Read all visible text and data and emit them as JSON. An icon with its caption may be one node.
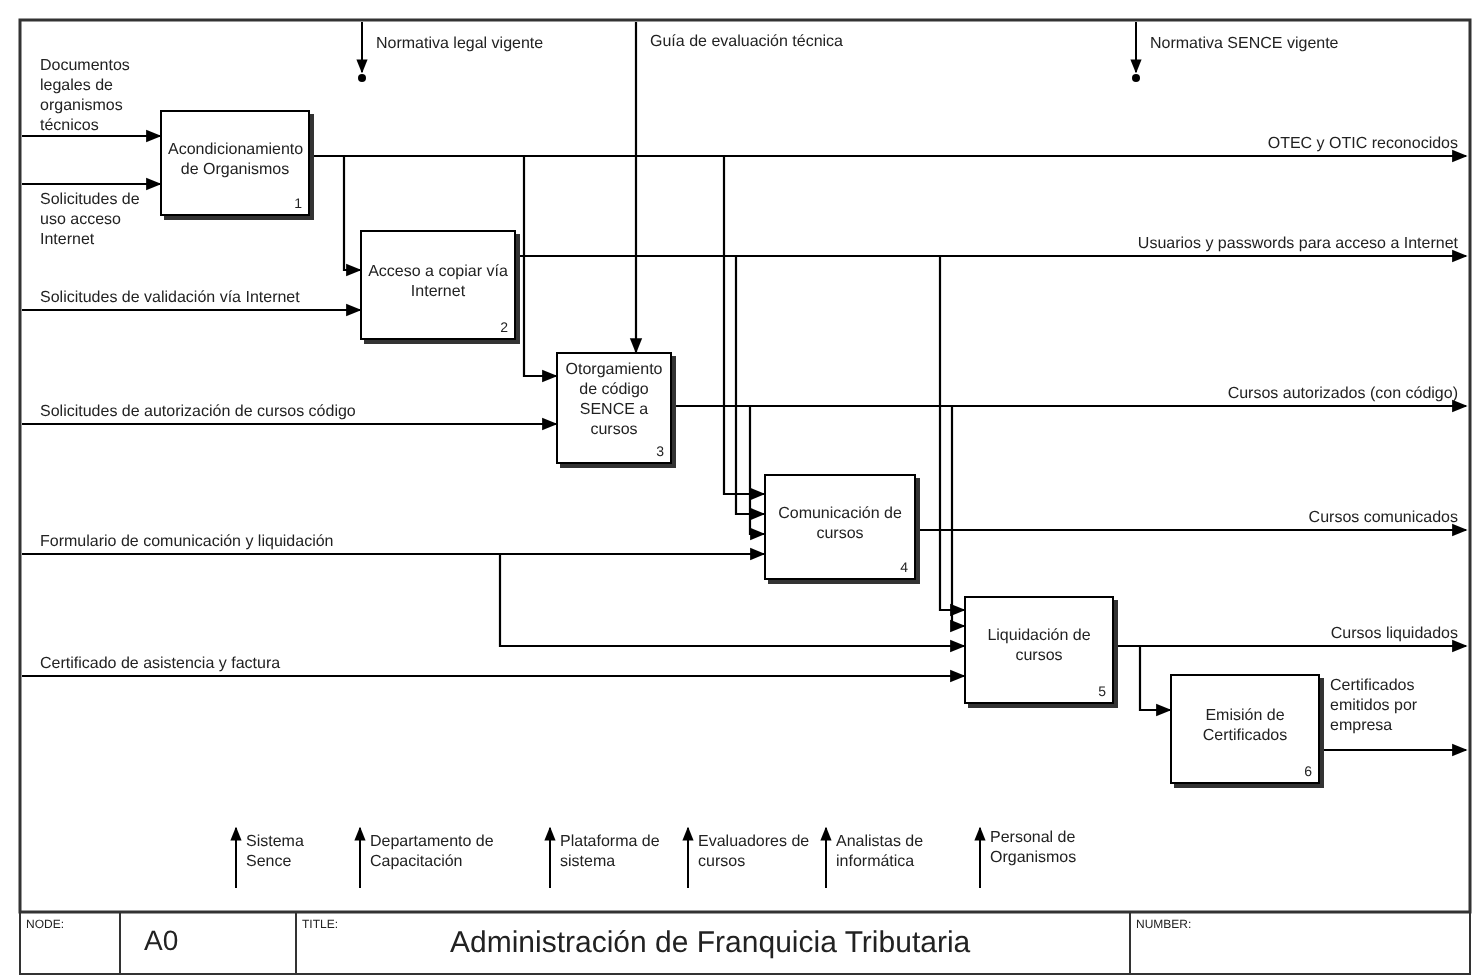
{
  "diagram": {
    "title": "Administración de Franquicia Tributaria",
    "nodes": [
      {
        "text": [
          "Acondicionamiento de Organismos",
          "1"
        ]
      },
      {
        "text": [
          "Acceso a copiar vía Internet",
          "2"
        ]
      },
      {
        "text": [
          "Otorgamiento de código SENCE a cursos",
          "3"
        ]
      },
      {
        "text": [
          "Comunicación de cursos",
          "4"
        ]
      },
      {
        "text": [
          "Liquidación de cursos",
          "5"
        ]
      },
      {
        "text": [
          "Emisión de Certificados",
          "6"
        ]
      }
    ],
    "edges": [
      {
        "from": null,
        "to": 0,
        "arrow": "to",
        "label": "Documentos legales de organismos técnicos"
      },
      {
        "from": null,
        "to": 0,
        "arrow": "to",
        "label": "Solicitudes de uso acceso Internet"
      },
      {
        "from": null,
        "to": 1,
        "arrow": "to",
        "label": "Solicitudes de validación vía Internet"
      },
      {
        "from": null,
        "to": 2,
        "arrow": "to",
        "label": "Solicitudes de autorización de cursos código"
      },
      {
        "from": null,
        "to": 3,
        "arrow": "to",
        "label": "Formulario de comunicación y liquidación"
      },
      {
        "from": null,
        "to": 4,
        "arrow": "to"
      },
      {
        "from": null,
        "to": 4,
        "arrow": "to",
        "label": "Certificado de asistencia y factura"
      },
      {
        "from": null,
        "to": 2,
        "arrow": "to",
        "label": "Guía de evaluación técnica"
      },
      {
        "from": 0,
        "to": null,
        "arrow": "to",
        "label": "OTEC y OTIC reconocidos"
      },
      {
        "from": 1,
        "to": null,
        "arrow": "to",
        "label": "Usuarios y passwords para acceso a Internet"
      },
      {
        "from": 2,
        "to": null,
        "arrow": "to",
        "label": "Cursos autorizados (con código)"
      },
      {
        "from": 3,
        "to": null,
        "arrow": "to",
        "label": "Cursos comunicados"
      },
      {
        "from": 4,
        "to": null,
        "arrow": "to",
        "label": "Cursos liquidados"
      },
      {
        "from": 5,
        "to": null,
        "arrow": "to",
        "label": "Certificados emitidos por empresa"
      },
      {
        "from": 0,
        "to": 1,
        "arrow": "to"
      },
      {
        "from": 0,
        "to": 2,
        "arrow": "to"
      },
      {
        "from": 0,
        "to": 3,
        "arrow": "to"
      },
      {
        "from": 1,
        "to": 3,
        "arrow": "to"
      },
      {
        "from": 1,
        "to": 4,
        "arrow": "to"
      },
      {
        "from": 2,
        "to": 3,
        "arrow": "to"
      },
      {
        "from": 2,
        "to": 4,
        "arrow": "to"
      },
      {
        "from": 4,
        "to": 5,
        "arrow": "to"
      }
    ],
    "labels": [
      "Normativa legal vigente",
      "Normativa SENCE vigente",
      "Sistema Sence",
      "Departamento de Capacitación",
      "Plataforma de sistema",
      "Evaluadores de cursos",
      "Analistas de informática",
      "Personal de Organismos",
      "NODE:",
      "A0",
      "TITLE:",
      "NUMBER:"
    ]
  }
}
